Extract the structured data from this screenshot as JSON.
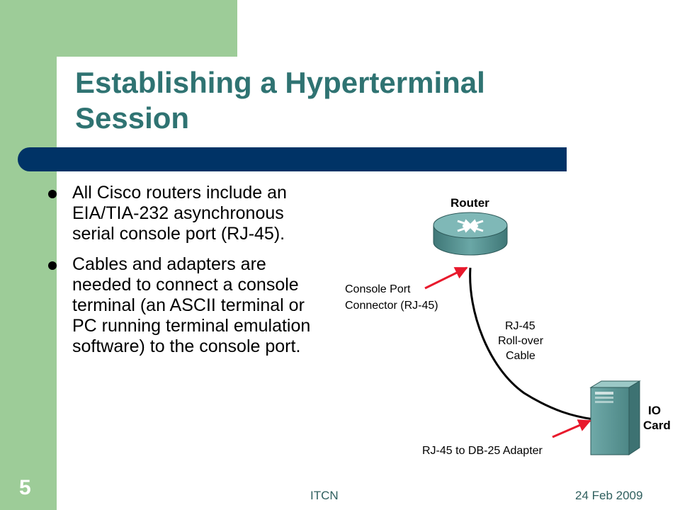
{
  "slide": {
    "title_line1": "Establishing a Hyperterminal",
    "title_line2": "Session",
    "bullets": [
      "All Cisco routers include an EIA/TIA-232 asynchronous serial console port (RJ-45).",
      "Cables and adapters are needed to connect a console terminal (an ASCII terminal or PC running terminal emulation software) to the console port."
    ],
    "slide_number": "5",
    "footer_center": "ITCN",
    "footer_date": "24 Feb 2009"
  },
  "diagram": {
    "router_label": "Router",
    "console_port_line1": "Console Port",
    "console_port_line2": "Connector (RJ-45)",
    "cable_line1": "RJ-45",
    "cable_line2": "Roll-over",
    "cable_line3": "Cable",
    "io_line1": "IO",
    "io_line2": "Card",
    "adapter_label": "RJ-45 to DB-25 Adapter"
  },
  "colors": {
    "green": "#9dcc98",
    "title_text": "#2f7372",
    "title_bar": "#003366",
    "router_teal": "#5c9a9a",
    "arrow_red": "#e8192c"
  }
}
